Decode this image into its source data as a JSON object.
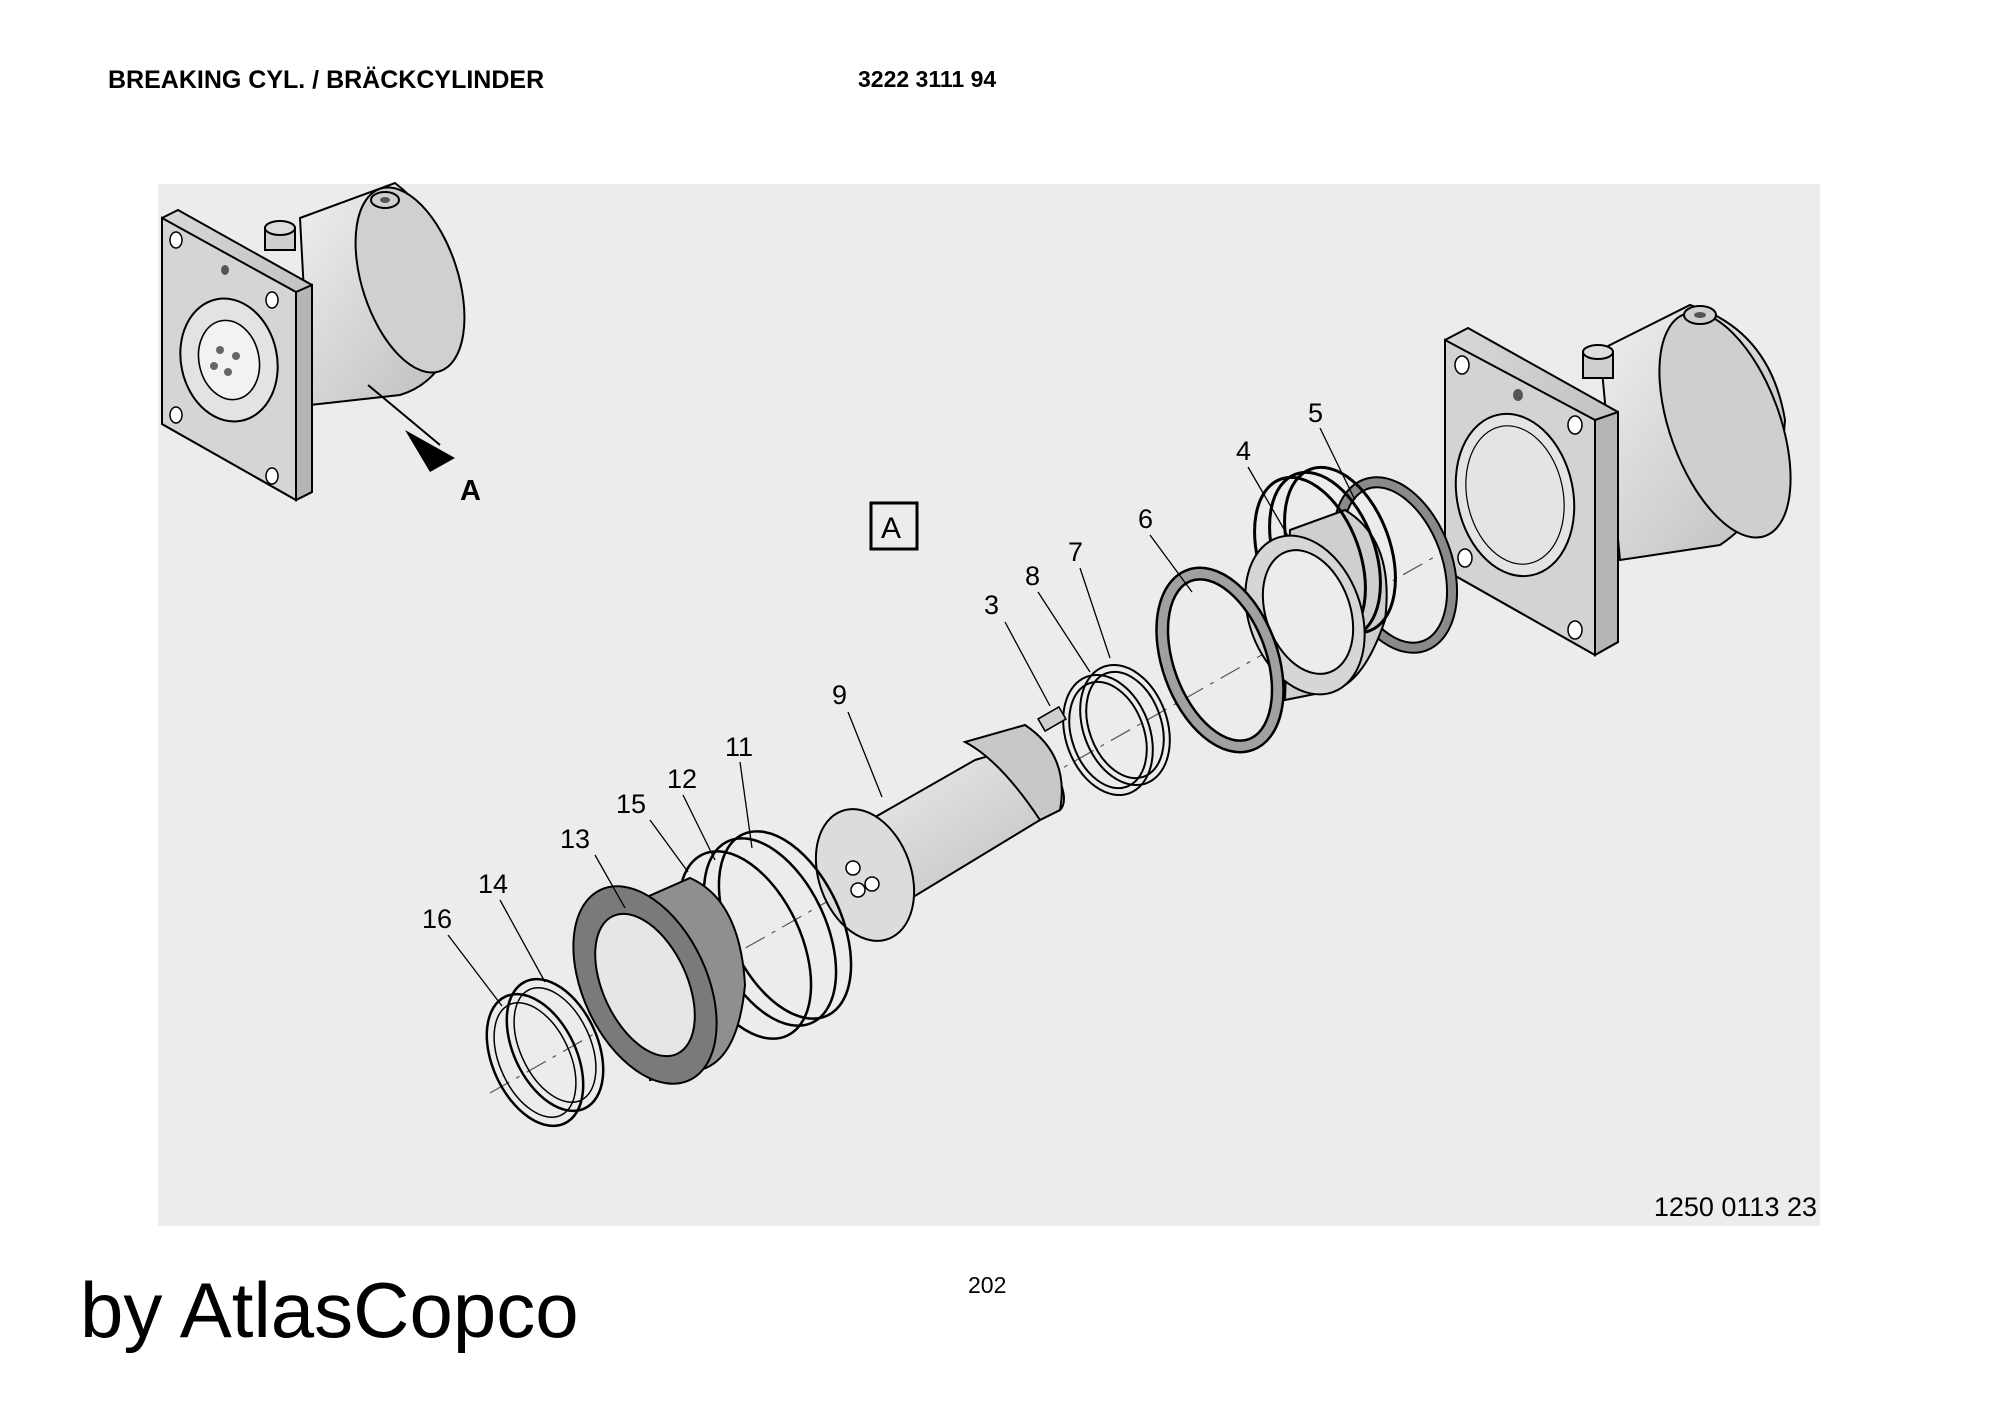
{
  "header": {
    "title": "BREAKING CYL. / BRÄCKCYLINDER",
    "part_number": "3222 3111 94"
  },
  "view_label": "A",
  "view_marker": "A",
  "callouts": [
    "3",
    "4",
    "5",
    "6",
    "7",
    "8",
    "9",
    "11",
    "12",
    "13",
    "14",
    "15",
    "16"
  ],
  "drawing_code": "1250 0113 23",
  "page_number": "202",
  "branding": "by AtlasCopco"
}
